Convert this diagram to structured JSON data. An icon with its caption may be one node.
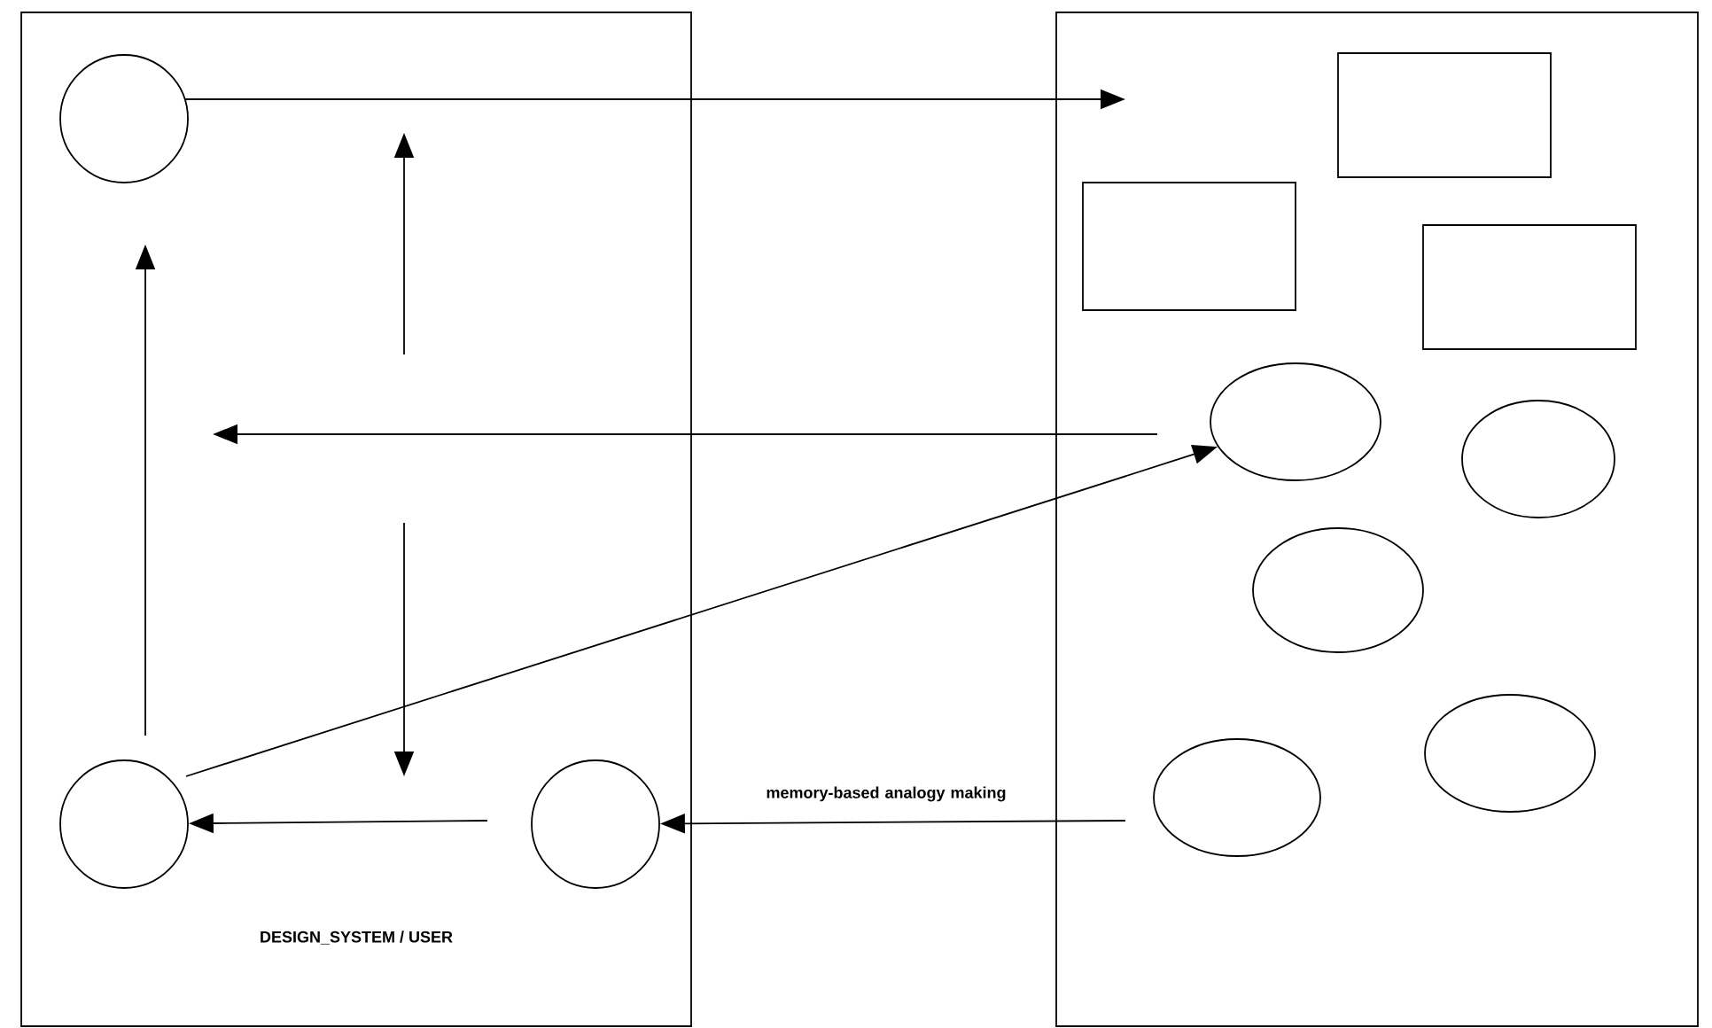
{
  "diagram": {
    "nodes": [
      {
        "text": [
          "DESIGN_SYSTEM / USER"
        ]
      },
      {
        "text": [],
        "shape": "box"
      },
      {
        "text": [],
        "shape": "circle",
        "in": 0
      },
      {
        "text": [],
        "shape": "circle",
        "in": 0
      },
      {
        "text": [],
        "shape": "circle",
        "in": 0
      },
      {
        "text": [],
        "shape": "box",
        "in": 1
      },
      {
        "text": [],
        "shape": "box",
        "in": 1
      },
      {
        "text": [],
        "shape": "box",
        "in": 1
      },
      {
        "text": [],
        "shape": "circle",
        "in": 1
      },
      {
        "text": [],
        "shape": "circle",
        "in": 1
      },
      {
        "text": [],
        "shape": "circle",
        "in": 1
      },
      {
        "text": [],
        "shape": "circle",
        "in": 1
      },
      {
        "text": [],
        "shape": "circle",
        "in": 1
      }
    ],
    "edges": [
      {
        "from": 2,
        "to": null,
        "arrow": "to"
      },
      {
        "from": 8,
        "to": null,
        "arrow": "to"
      },
      {
        "from": 3,
        "to": 2,
        "arrow": "to"
      },
      {
        "from": 3,
        "to": 8,
        "arrow": "to"
      },
      {
        "from": 4,
        "to": 3,
        "arrow": "to"
      },
      {
        "from": 11,
        "to": 4,
        "arrow": "to",
        "label": "memory-based analogy making"
      }
    ]
  }
}
